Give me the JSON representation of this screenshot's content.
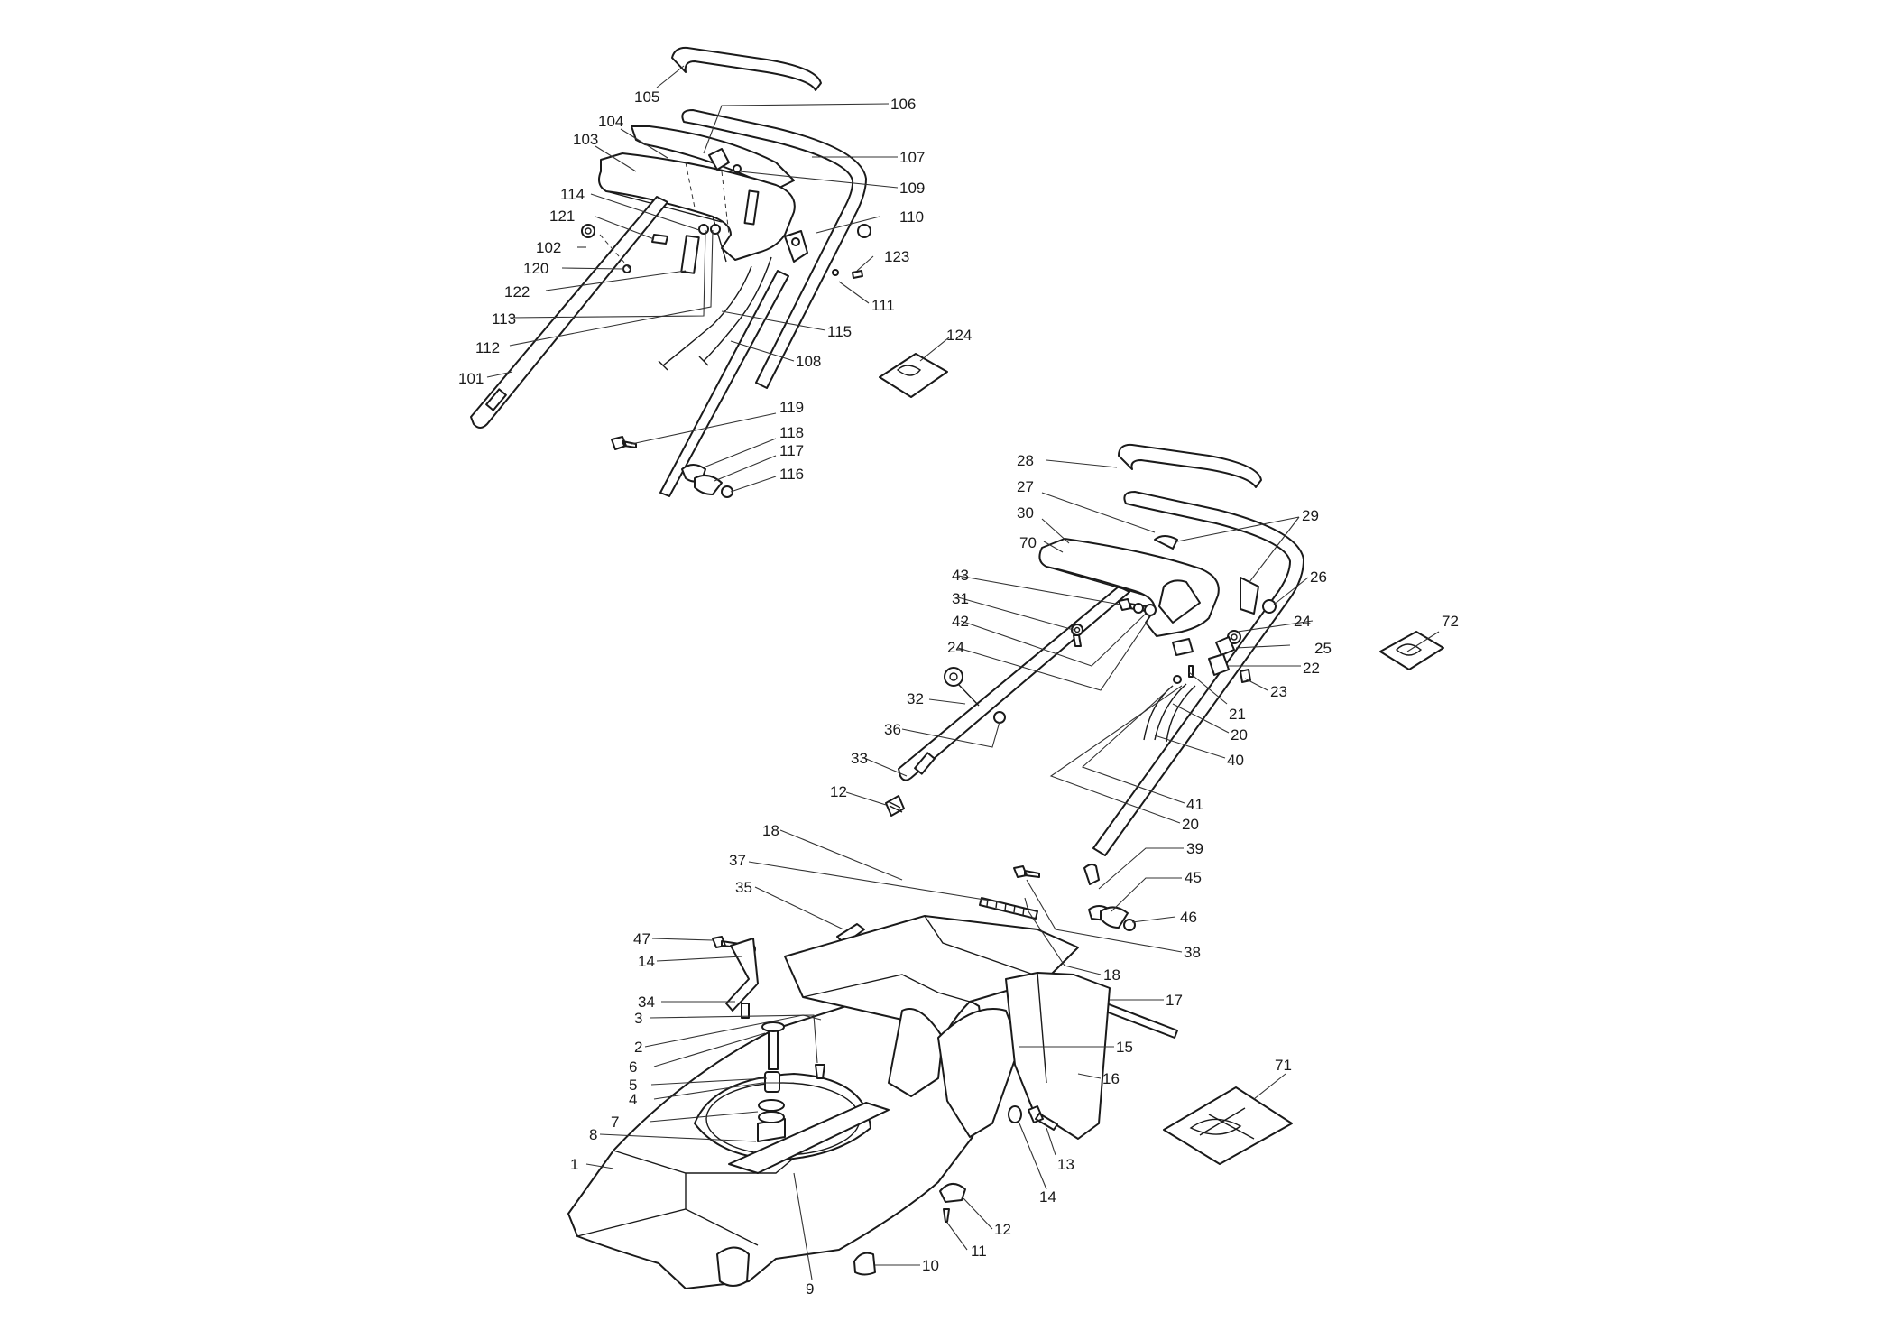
{
  "callouts": [
    {
      "id": "c105",
      "label": "105"
    },
    {
      "id": "c106",
      "label": "106"
    },
    {
      "id": "c104",
      "label": "104"
    },
    {
      "id": "c103",
      "label": "103"
    },
    {
      "id": "c107",
      "label": "107"
    },
    {
      "id": "c109",
      "label": "109"
    },
    {
      "id": "c114",
      "label": "114"
    },
    {
      "id": "c110",
      "label": "110"
    },
    {
      "id": "c121",
      "label": "121"
    },
    {
      "id": "c102",
      "label": "102"
    },
    {
      "id": "c123",
      "label": "123"
    },
    {
      "id": "c120",
      "label": "120"
    },
    {
      "id": "c122",
      "label": "122"
    },
    {
      "id": "c111",
      "label": "111"
    },
    {
      "id": "c113",
      "label": "113"
    },
    {
      "id": "c115",
      "label": "115"
    },
    {
      "id": "c112",
      "label": "112"
    },
    {
      "id": "c124",
      "label": "124"
    },
    {
      "id": "c108",
      "label": "108"
    },
    {
      "id": "c101",
      "label": "101"
    },
    {
      "id": "c119",
      "label": "119"
    },
    {
      "id": "c118",
      "label": "118"
    },
    {
      "id": "c117",
      "label": "117"
    },
    {
      "id": "c116",
      "label": "116"
    },
    {
      "id": "c28",
      "label": "28"
    },
    {
      "id": "c27",
      "label": "27"
    },
    {
      "id": "c30",
      "label": "30"
    },
    {
      "id": "c29",
      "label": "29"
    },
    {
      "id": "c70",
      "label": "70"
    },
    {
      "id": "c26",
      "label": "26"
    },
    {
      "id": "c43",
      "label": "43"
    },
    {
      "id": "c31",
      "label": "31"
    },
    {
      "id": "c24a",
      "label": "24"
    },
    {
      "id": "c72",
      "label": "72"
    },
    {
      "id": "c42",
      "label": "42"
    },
    {
      "id": "c25",
      "label": "25"
    },
    {
      "id": "c24b",
      "label": "24"
    },
    {
      "id": "c22",
      "label": "22"
    },
    {
      "id": "c23",
      "label": "23"
    },
    {
      "id": "c32",
      "label": "32"
    },
    {
      "id": "c21",
      "label": "21"
    },
    {
      "id": "c36",
      "label": "36"
    },
    {
      "id": "c20a",
      "label": "20"
    },
    {
      "id": "c33",
      "label": "33"
    },
    {
      "id": "c40",
      "label": "40"
    },
    {
      "id": "c12a",
      "label": "12"
    },
    {
      "id": "c41",
      "label": "41"
    },
    {
      "id": "c18a",
      "label": "18"
    },
    {
      "id": "c20b",
      "label": "20"
    },
    {
      "id": "c39",
      "label": "39"
    },
    {
      "id": "c37",
      "label": "37"
    },
    {
      "id": "c45",
      "label": "45"
    },
    {
      "id": "c35",
      "label": "35"
    },
    {
      "id": "c46",
      "label": "46"
    },
    {
      "id": "c47",
      "label": "47"
    },
    {
      "id": "c38",
      "label": "38"
    },
    {
      "id": "c14a",
      "label": "14"
    },
    {
      "id": "c18b",
      "label": "18"
    },
    {
      "id": "c17",
      "label": "17"
    },
    {
      "id": "c34",
      "label": "34"
    },
    {
      "id": "c3",
      "label": "3"
    },
    {
      "id": "c15",
      "label": "15"
    },
    {
      "id": "c2",
      "label": "2"
    },
    {
      "id": "c6",
      "label": "6"
    },
    {
      "id": "c71",
      "label": "71"
    },
    {
      "id": "c16",
      "label": "16"
    },
    {
      "id": "c5",
      "label": "5"
    },
    {
      "id": "c4",
      "label": "4"
    },
    {
      "id": "c7",
      "label": "7"
    },
    {
      "id": "c8",
      "label": "8"
    },
    {
      "id": "c13",
      "label": "13"
    },
    {
      "id": "c1",
      "label": "1"
    },
    {
      "id": "c14b",
      "label": "14"
    },
    {
      "id": "c12b",
      "label": "12"
    },
    {
      "id": "c11",
      "label": "11"
    },
    {
      "id": "c10",
      "label": "10"
    },
    {
      "id": "c9",
      "label": "9"
    }
  ]
}
